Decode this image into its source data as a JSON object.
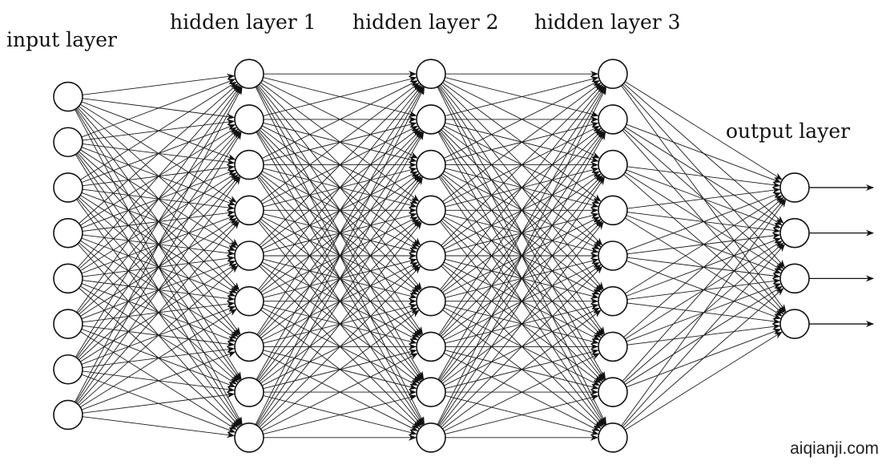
{
  "labels": {
    "input": "input layer",
    "hidden1": "hidden layer 1",
    "hidden2": "hidden layer 2",
    "hidden3": "hidden layer 3",
    "output": "output layer"
  },
  "network": {
    "layer_sizes": [
      8,
      9,
      9,
      9,
      4
    ],
    "output_arrows": 4,
    "fully_connected": true
  },
  "watermark": "aiqianji.com",
  "colors": {
    "line": "#1a1a1a",
    "background": "#ffffff"
  }
}
